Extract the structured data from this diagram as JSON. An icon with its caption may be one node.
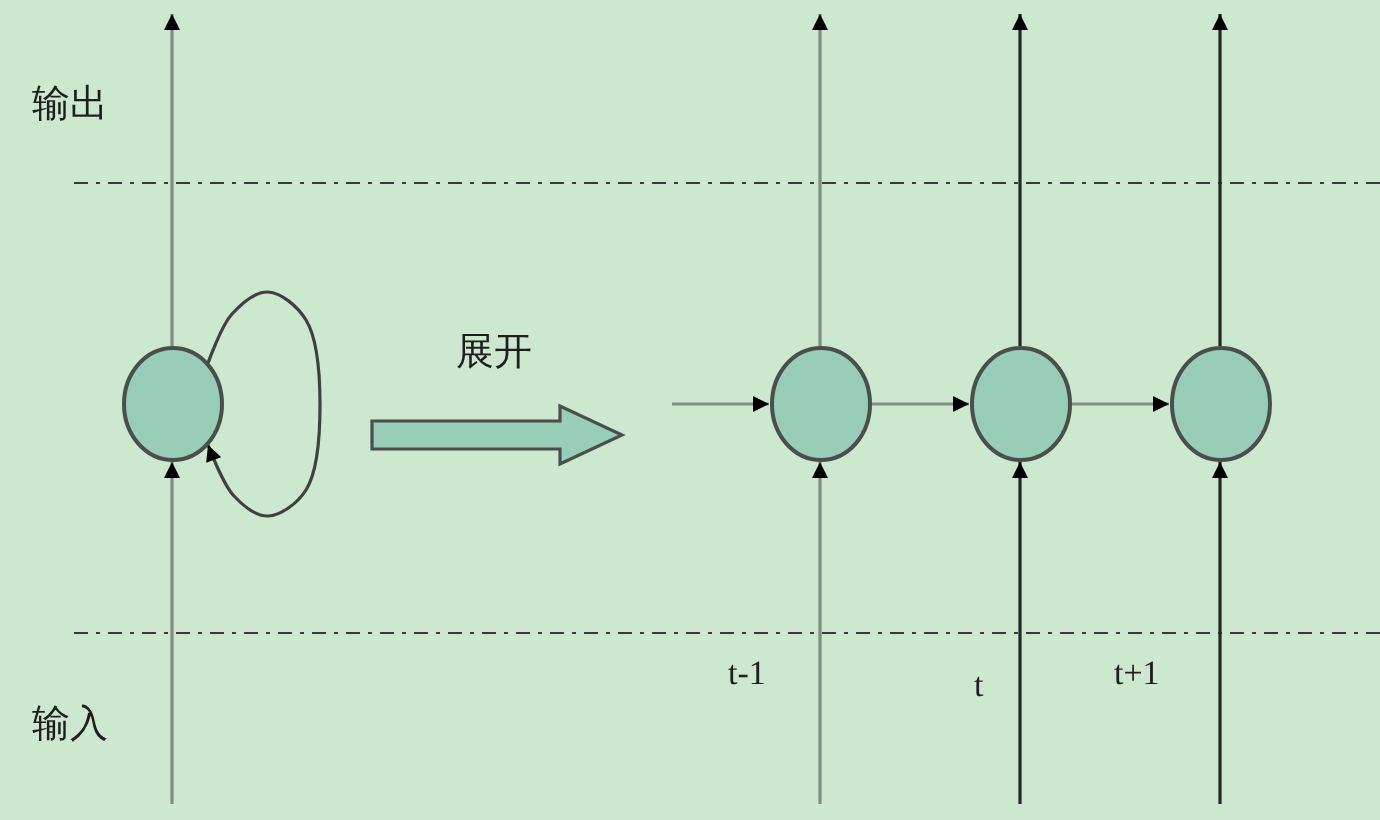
{
  "diagram": {
    "nodes": [
      {
        "text": [],
        "shape": "circle"
      },
      {
        "text": [],
        "shape": "arrow",
        "beside": [
          "展开"
        ]
      },
      {
        "text": [],
        "shape": "circle"
      },
      {
        "text": [],
        "shape": "circle"
      },
      {
        "text": [],
        "shape": "circle"
      }
    ],
    "edges": [
      {
        "from": null,
        "to": 0,
        "arrow": "to"
      },
      {
        "from": 0,
        "to": null,
        "arrow": "to"
      },
      {
        "from": 0,
        "to": 0,
        "arrow": "to",
        "color": "#404040"
      },
      {
        "from": null,
        "to": 2,
        "arrow": "to"
      },
      {
        "from": 2,
        "to": 3,
        "arrow": "to"
      },
      {
        "from": 3,
        "to": 4,
        "arrow": "to"
      },
      {
        "from": null,
        "to": 2,
        "arrow": "to"
      },
      {
        "from": null,
        "to": 3,
        "arrow": "to",
        "color": "#262626"
      },
      {
        "from": null,
        "to": 4,
        "arrow": "to",
        "color": "#262626"
      },
      {
        "from": 2,
        "to": null,
        "arrow": "to"
      },
      {
        "from": 3,
        "to": null,
        "arrow": "to",
        "color": "#262626"
      },
      {
        "from": 4,
        "to": null,
        "arrow": "to",
        "color": "#262626"
      }
    ],
    "labels": [
      "输出",
      "t-1",
      "t",
      "t+1",
      "输入"
    ]
  }
}
